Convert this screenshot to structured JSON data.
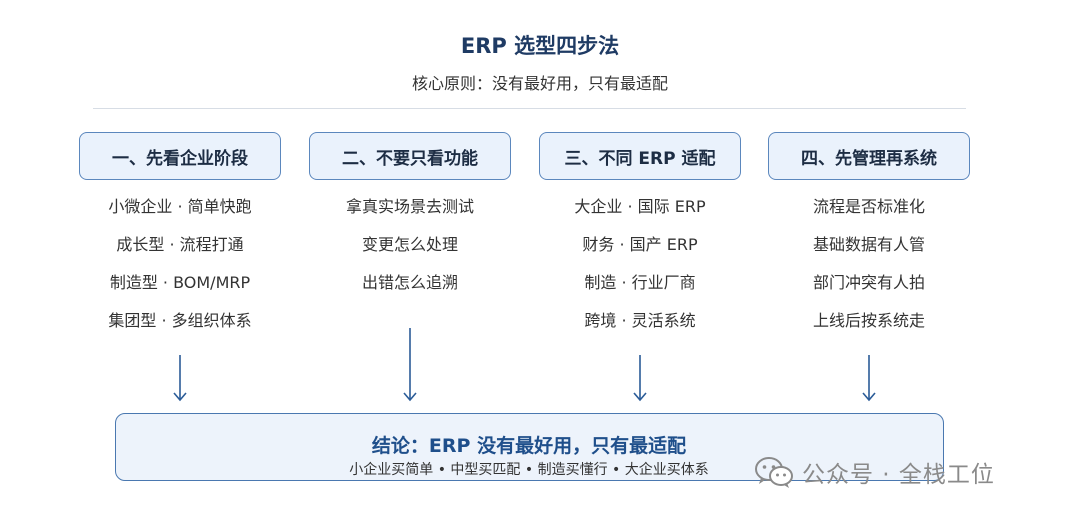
{
  "title": "ERP 选型四步法",
  "subtitle": "核心原则：没有最好用，只有最适配",
  "steps": [
    {
      "heading": "一、先看企业阶段",
      "items": [
        "小微企业 · 简单快跑",
        "成长型 · 流程打通",
        "制造型 · BOM/MRP",
        "集团型 · 多组织体系"
      ]
    },
    {
      "heading": "二、不要只看功能",
      "items": [
        "拿真实场景去测试",
        "变更怎么处理",
        "出错怎么追溯"
      ]
    },
    {
      "heading": "三、不同 ERP 适配",
      "items": [
        "大企业 · 国际 ERP",
        "财务 · 国产 ERP",
        "制造 · 行业厂商",
        "跨境 · 灵活系统"
      ]
    },
    {
      "heading": "四、先管理再系统",
      "items": [
        "流程是否标准化",
        "基础数据有人管",
        "部门冲突有人拍",
        "上线后按系统走"
      ]
    }
  ],
  "conclusion": {
    "title": "结论：ERP 没有最好用，只有最适配",
    "subtitle": "小企业买简单 • 中型买匹配 • 制造买懂行 • 大企业买体系"
  },
  "watermark": {
    "text": "公众号 · 全栈工位",
    "icon": "wechat-icon"
  },
  "colors": {
    "title": "#1f3b64",
    "box_border": "#5b87bd",
    "box_fill": "#eaf2fc",
    "arrow": "#2b5c98",
    "conclusion_title": "#1f4f8b"
  }
}
